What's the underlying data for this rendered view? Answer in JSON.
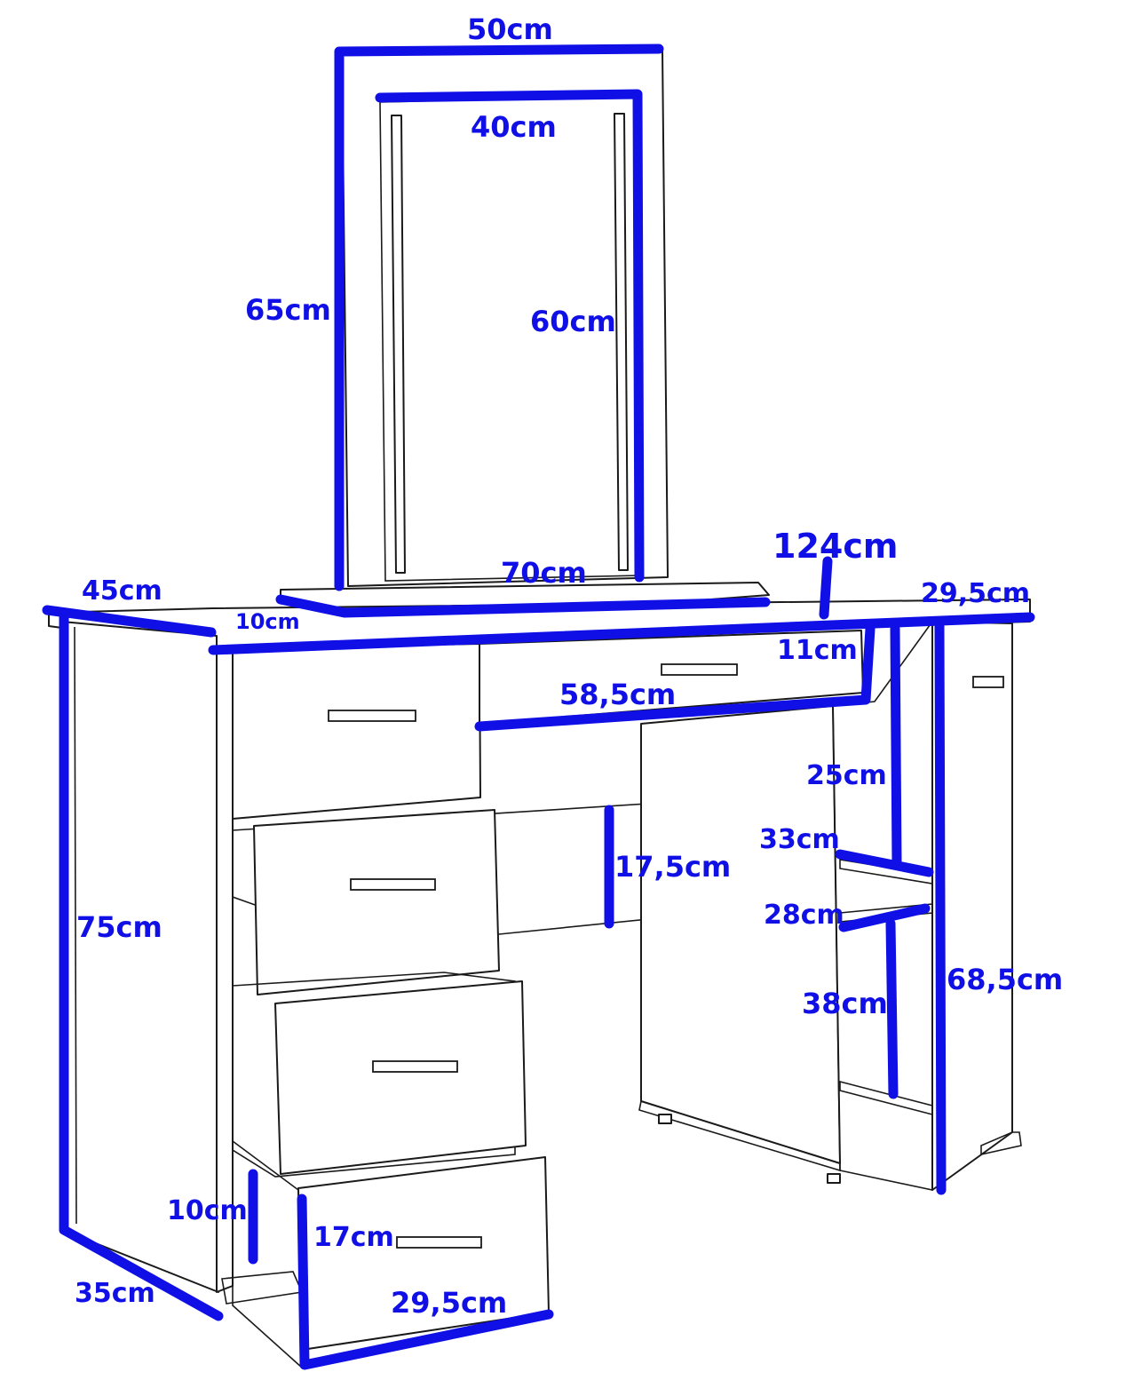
{
  "labels": {
    "mirror_outer_width": "50cm",
    "mirror_inner_width": "40cm",
    "mirror_outer_height": "65cm",
    "mirror_inner_height": "60cm",
    "mirror_base_width": "70cm",
    "total_width": "124cm",
    "desk_depth": "45cm",
    "mirror_base_depth": "10cm",
    "right_top_depth": "29,5cm",
    "top_drawer_height": "11cm",
    "top_drawer_width": "58,5cm",
    "shelf_upper_height": "25cm",
    "shelf_depth_33": "33cm",
    "drawer_front_height": "17,5cm",
    "shelf_depth_28": "28cm",
    "total_height": "75cm",
    "cabinet_height": "68,5cm",
    "shelf_lower_height": "38cm",
    "drawer_inner_height": "10cm",
    "drawer_side_height": "17cm",
    "side_depth": "35cm",
    "drawer_depth": "29,5cm"
  },
  "colors": {
    "dimension": "#1010e6",
    "outline": "#1a1a1a",
    "background": "#ffffff"
  }
}
